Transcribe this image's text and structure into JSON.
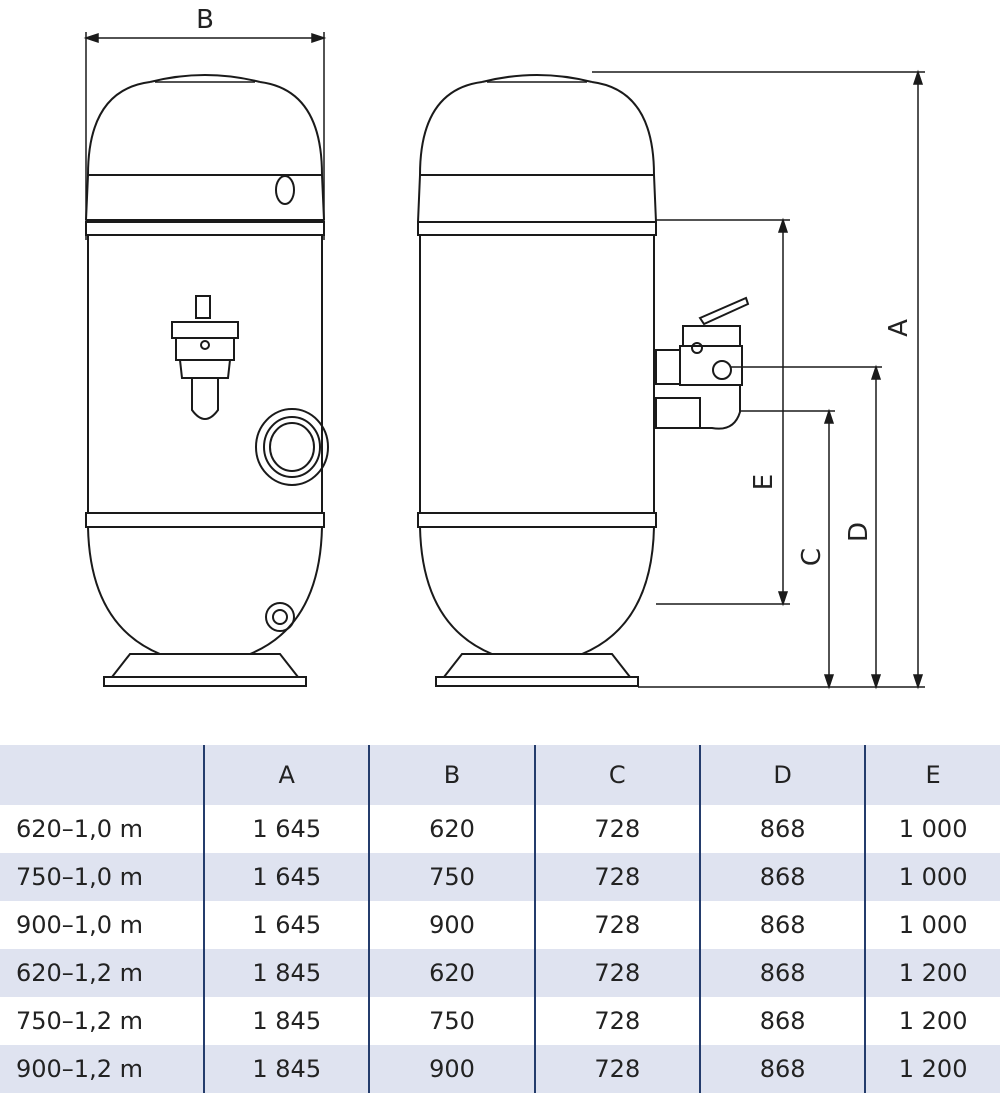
{
  "dimension_labels": {
    "a": "A",
    "b": "B",
    "c": "C",
    "d": "D",
    "e": "E"
  },
  "colors": {
    "table_header_bg": "#dfe3f0",
    "table_alt_row_bg": "#dfe3f0",
    "table_divider": "#243c6c",
    "drawing_stroke": "#1a1a1a"
  },
  "table": {
    "headers": [
      "",
      "A",
      "B",
      "C",
      "D",
      "E"
    ],
    "rows": [
      [
        "620–1,0 m",
        "1 645",
        "620",
        "728",
        "868",
        "1 000"
      ],
      [
        "750–1,0 m",
        "1 645",
        "750",
        "728",
        "868",
        "1 000"
      ],
      [
        "900–1,0 m",
        "1 645",
        "900",
        "728",
        "868",
        "1 000"
      ],
      [
        "620–1,2 m",
        "1 845",
        "620",
        "728",
        "868",
        "1 200"
      ],
      [
        "750–1,2 m",
        "1 845",
        "750",
        "728",
        "868",
        "1 200"
      ],
      [
        "900–1,2 m",
        "1 845",
        "900",
        "728",
        "868",
        "1 200"
      ]
    ]
  }
}
